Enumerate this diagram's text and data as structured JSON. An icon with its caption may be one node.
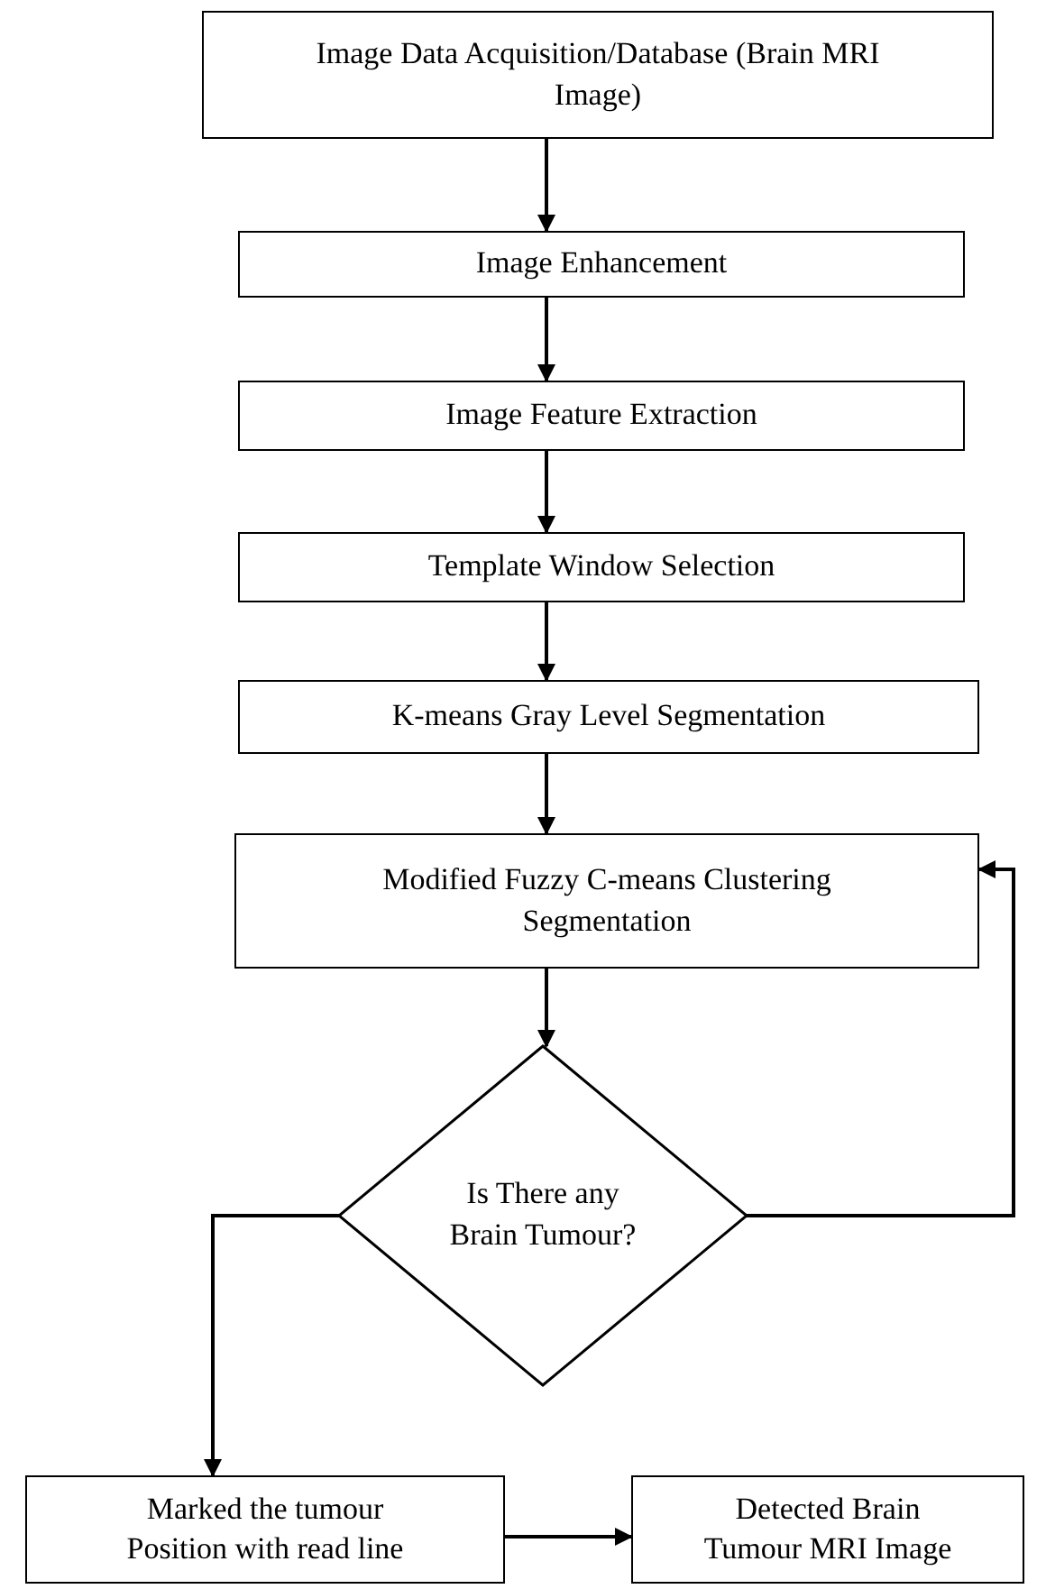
{
  "diagram": {
    "nodes": [
      {
        "text": [
          "Image Data Acquisition/Database (Brain MRI Image)"
        ]
      },
      {
        "text": [
          "Image Enhancement"
        ]
      },
      {
        "text": [
          "Image Feature Extraction"
        ]
      },
      {
        "text": [
          "Template Window Selection"
        ]
      },
      {
        "text": [
          "K-means Gray Level Segmentation"
        ]
      },
      {
        "text": [
          "Modified Fuzzy C-means Clustering Segmentation"
        ]
      },
      {
        "text": [
          "Is There any Brain Tumour?"
        ]
      },
      {
        "text": [
          "Marked the tumour Position with read line"
        ]
      },
      {
        "text": [
          "Detected Brain Tumour MRI Image"
        ]
      }
    ],
    "edges": [
      {
        "from": 0,
        "to": 1,
        "arrow": "to"
      },
      {
        "from": 1,
        "to": 2,
        "arrow": "to"
      },
      {
        "from": 2,
        "to": 3,
        "arrow": "to"
      },
      {
        "from": 3,
        "to": 4,
        "arrow": "to"
      },
      {
        "from": 4,
        "to": 5,
        "arrow": "to"
      },
      {
        "from": 5,
        "to": 6,
        "arrow": "to"
      },
      {
        "from": 6,
        "to": 5,
        "arrow": "to"
      },
      {
        "from": 6,
        "to": 7,
        "arrow": "to"
      },
      {
        "from": 7,
        "to": 8,
        "arrow": "to"
      }
    ]
  }
}
